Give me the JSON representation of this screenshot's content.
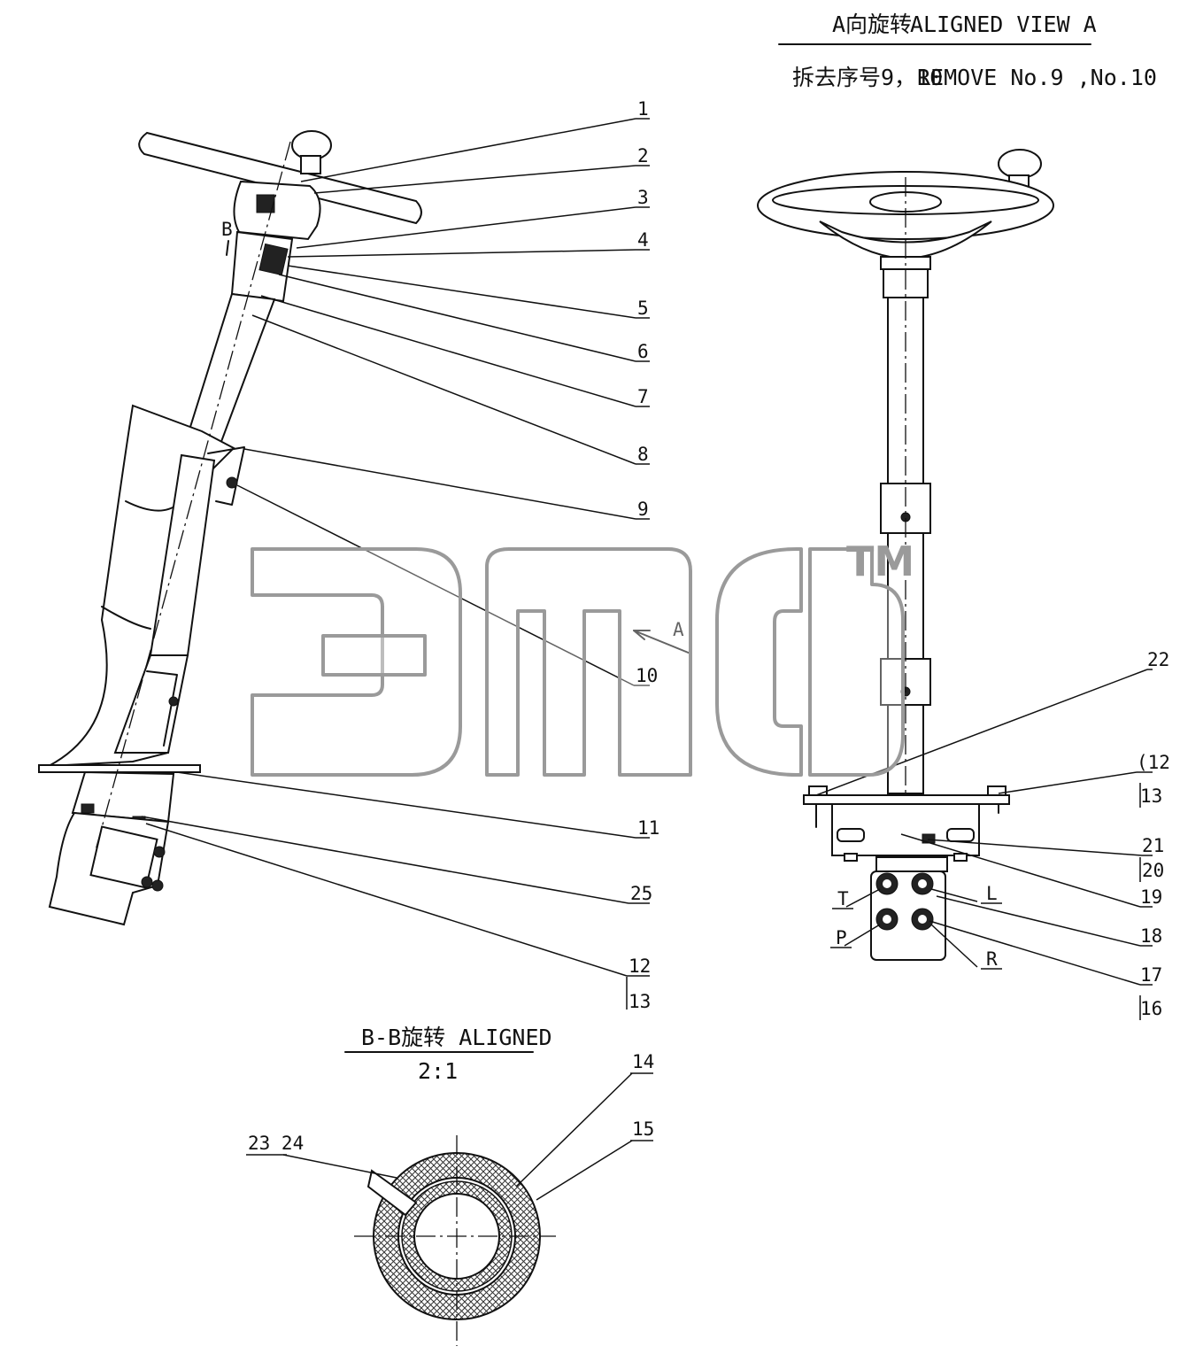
{
  "view_a": {
    "title_cn": "A向旋转",
    "title_en": "ALIGNED VIEW A",
    "note_cn": "拆去序号9，10",
    "note_en": "REMOVE No.9 ,No.10"
  },
  "section_bb": {
    "title": "B-B旋转 ALIGNED",
    "scale": "2:1"
  },
  "markers": {
    "view_a": "A",
    "section_b": "B"
  },
  "callouts_main": [
    "1",
    "2",
    "3",
    "4",
    "5",
    "6",
    "7",
    "8",
    "9",
    "10",
    "11",
    "25",
    "12",
    "13"
  ],
  "callouts_view_a": [
    "22",
    "(12",
    "13",
    "21",
    "20",
    "19",
    "18",
    "17",
    "16"
  ],
  "ports": [
    "T",
    "L",
    "P",
    "R"
  ],
  "callouts_section": [
    "14",
    "15",
    "23 24"
  ],
  "watermark": {
    "trademark": "TM",
    "logo": "3mcb"
  }
}
